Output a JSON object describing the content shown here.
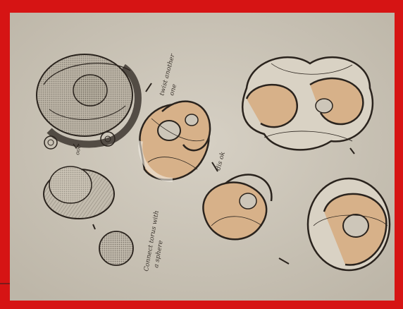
{
  "scene": {
    "kind": "photo-of-sketch-paper",
    "border_color": "#d61414",
    "paper_color": "#cdc6b9",
    "ink_color": "#2a231d",
    "fill_color": "#d7b189"
  },
  "annotations": {
    "top_note_line1": "twist another",
    "top_note_line2": "one",
    "middle_note": "dis ok",
    "left_note": "ooo",
    "bottom_note_line1": "Connect torus with",
    "bottom_note_line2": "a sphere"
  }
}
